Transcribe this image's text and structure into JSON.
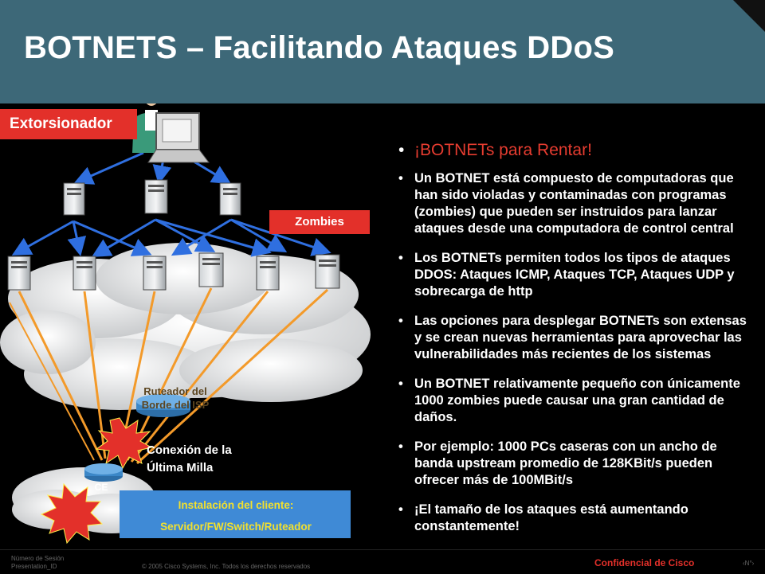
{
  "slide": {
    "title": "BOTNETS – Facilitando Ataques DDoS"
  },
  "diagram": {
    "extortion_label": "Extorsionador",
    "zombies_label": "Zombies",
    "isp_router_label_1": "Ruteador del",
    "isp_router_label_2": "Borde del ISP",
    "last_mile_label_1": "Conexión de la",
    "last_mile_label_2": "Última Milla",
    "ce_label": "CE",
    "customer_label_1": "Instalación del cliente:",
    "customer_label_2": "Servidor/FW/Switch/Ruteador"
  },
  "bullets": [
    "¡BOTNETs para Rentar!",
    "Un BOTNET está compuesto de computadoras que han sido violadas y contaminadas con programas (zombies) que pueden ser instruidos para lanzar ataques desde una computadora de control central",
    "Los BOTNETs permiten todos los tipos de ataques DDOS: Ataques ICMP, Ataques TCP, Ataques UDP y sobrecarga de http",
    "Las opciones para desplegar BOTNETs son extensas y se crean nuevas herramientas para aprovechar las vulnerabilidades más recientes de los sistemas",
    "Un BOTNET relativamente pequeño con únicamente 1000 zombies puede causar una gran cantidad de daños.",
    "Por ejemplo: 1000 PCs caseras con un ancho de banda upstream promedio de 128KBit/s pueden ofrecer más de 100MBit/s",
    "¡El tamaño de los ataques está aumentando constantemente!"
  ],
  "footer": {
    "session_line1": "Número de Sesión",
    "session_line2": "Presentation_ID",
    "copyright": "© 2005 Cisco Systems, Inc. Todos los derechos reservados",
    "confidential": "Confidencial de Cisco",
    "page": "‹N°›"
  },
  "colors": {
    "header": "#3d6878",
    "accent_red": "#e3302a",
    "arrow_blue": "#2f6fe0",
    "attack_orange": "#f39a2a"
  }
}
